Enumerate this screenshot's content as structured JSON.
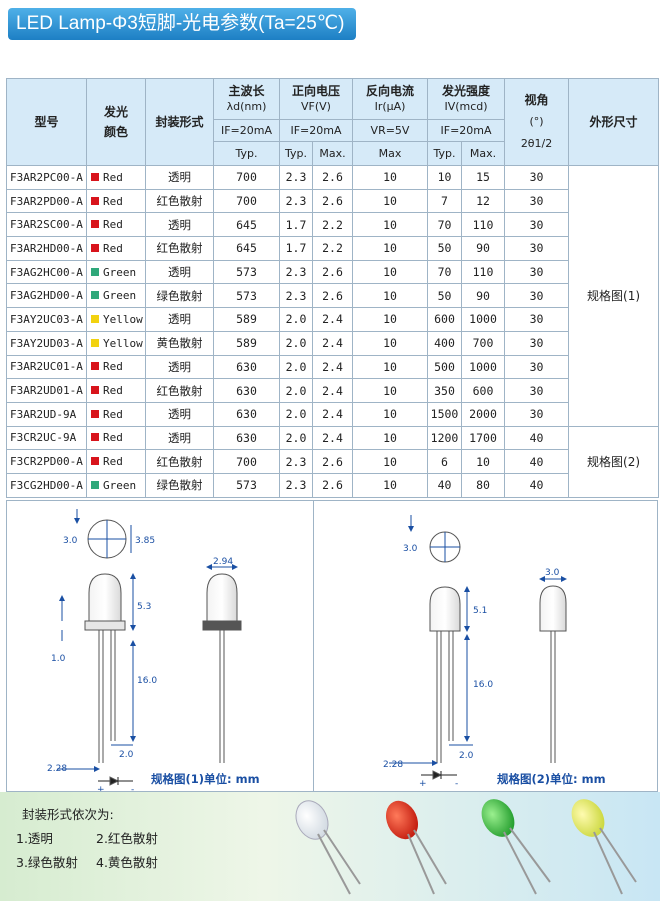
{
  "title": "LED Lamp-Φ3短脚-光电参数(Ta=25℃)",
  "table": {
    "headers": {
      "model": "型号",
      "color": "发光颜色",
      "package": "封装形式",
      "wavelength": "主波长",
      "wavelength_sub": "λd(nm)",
      "vf": "正向电压",
      "vf_sub": "VF(V)",
      "ir": "反向电流",
      "ir_sub": "Ir(μA)",
      "iv": "发光强度",
      "iv_sub": "IV(mcd)",
      "angle": "视角",
      "angle_sub1": "(°)",
      "angle_sub2": "2θ1/2",
      "dim": "外形尺寸",
      "cond_wl": "IF=20mA",
      "cond_vf": "IF=20mA",
      "cond_ir": "VR=5V",
      "cond_iv": "IF=20mA",
      "typ": "Typ.",
      "max": "Max.",
      "max_ir": "Max"
    },
    "rows": [
      {
        "model": "F3AR2PC00-A",
        "color": "Red",
        "swatch": "#d8141c",
        "package": "透明",
        "wl": "700",
        "vf_typ": "2.3",
        "vf_max": "2.6",
        "ir": "10",
        "iv_typ": "10",
        "iv_max": "15",
        "angle": "30"
      },
      {
        "model": "F3AR2PD00-A",
        "color": "Red",
        "swatch": "#d8141c",
        "package": "红色散射",
        "wl": "700",
        "vf_typ": "2.3",
        "vf_max": "2.6",
        "ir": "10",
        "iv_typ": "7",
        "iv_max": "12",
        "angle": "30"
      },
      {
        "model": "F3AR2SC00-A",
        "color": "Red",
        "swatch": "#d8141c",
        "package": "透明",
        "wl": "645",
        "vf_typ": "1.7",
        "vf_max": "2.2",
        "ir": "10",
        "iv_typ": "70",
        "iv_max": "110",
        "angle": "30"
      },
      {
        "model": "F3AR2HD00-A",
        "color": "Red",
        "swatch": "#d8141c",
        "package": "红色散射",
        "wl": "645",
        "vf_typ": "1.7",
        "vf_max": "2.2",
        "ir": "10",
        "iv_typ": "50",
        "iv_max": "90",
        "angle": "30"
      },
      {
        "model": "F3AG2HC00-A",
        "color": "Green",
        "swatch": "#2fa87a",
        "package": "透明",
        "wl": "573",
        "vf_typ": "2.3",
        "vf_max": "2.6",
        "ir": "10",
        "iv_typ": "70",
        "iv_max": "110",
        "angle": "30"
      },
      {
        "model": "F3AG2HD00-A",
        "color": "Green",
        "swatch": "#2fa87a",
        "package": "绿色散射",
        "wl": "573",
        "vf_typ": "2.3",
        "vf_max": "2.6",
        "ir": "10",
        "iv_typ": "50",
        "iv_max": "90",
        "angle": "30"
      },
      {
        "model": "F3AY2UC03-A",
        "color": "Yellow",
        "swatch": "#f2d20f",
        "package": "透明",
        "wl": "589",
        "vf_typ": "2.0",
        "vf_max": "2.4",
        "ir": "10",
        "iv_typ": "600",
        "iv_max": "1000",
        "angle": "30"
      },
      {
        "model": "F3AY2UD03-A",
        "color": "Yellow",
        "swatch": "#f2d20f",
        "package": "黄色散射",
        "wl": "589",
        "vf_typ": "2.0",
        "vf_max": "2.4",
        "ir": "10",
        "iv_typ": "400",
        "iv_max": "700",
        "angle": "30"
      },
      {
        "model": "F3AR2UC01-A",
        "color": "Red",
        "swatch": "#d8141c",
        "package": "透明",
        "wl": "630",
        "vf_typ": "2.0",
        "vf_max": "2.4",
        "ir": "10",
        "iv_typ": "500",
        "iv_max": "1000",
        "angle": "30"
      },
      {
        "model": "F3AR2UD01-A",
        "color": "Red",
        "swatch": "#d8141c",
        "package": "红色散射",
        "wl": "630",
        "vf_typ": "2.0",
        "vf_max": "2.4",
        "ir": "10",
        "iv_typ": "350",
        "iv_max": "600",
        "angle": "30"
      },
      {
        "model": "F3AR2UD-9A",
        "color": "Red",
        "swatch": "#d8141c",
        "package": "透明",
        "wl": "630",
        "vf_typ": "2.0",
        "vf_max": "2.4",
        "ir": "10",
        "iv_typ": "1500",
        "iv_max": "2000",
        "angle": "30"
      },
      {
        "model": "F3CR2UC-9A",
        "color": "Red",
        "swatch": "#d8141c",
        "package": "透明",
        "wl": "630",
        "vf_typ": "2.0",
        "vf_max": "2.4",
        "ir": "10",
        "iv_typ": "1200",
        "iv_max": "1700",
        "angle": "40"
      },
      {
        "model": "F3CR2PD00-A",
        "color": "Red",
        "swatch": "#d8141c",
        "package": "红色散射",
        "wl": "700",
        "vf_typ": "2.3",
        "vf_max": "2.6",
        "ir": "10",
        "iv_typ": "6",
        "iv_max": "10",
        "angle": "40"
      },
      {
        "model": "F3CG2HD00-A",
        "color": "Green",
        "swatch": "#2fa87a",
        "package": "绿色散射",
        "wl": "573",
        "vf_typ": "2.3",
        "vf_max": "2.6",
        "ir": "10",
        "iv_typ": "40",
        "iv_max": "80",
        "angle": "40"
      }
    ],
    "dim_ref_1": "规格图(1)",
    "dim_ref_2": "规格图(2)"
  },
  "drawings": {
    "d1": {
      "caption": "规格图(1)单位: mm",
      "dims": {
        "top_w": "3.0",
        "top_dia": "3.85",
        "side_w": "2.94",
        "body_h": "5.3",
        "flange": "1.0",
        "lead_len": "16.0",
        "pitch": "2.0",
        "lead_w": "2.28"
      }
    },
    "d2": {
      "caption": "规格图(2)单位: mm",
      "dims": {
        "top_w": "3.0",
        "side_w": "3.0",
        "body_h": "5.1",
        "lead_len": "16.0",
        "pitch": "2.0",
        "lead_w": "2.28"
      }
    },
    "polarity_plus": "+",
    "polarity_minus": "-"
  },
  "package_list": {
    "title": "封装形式依次为:",
    "items": [
      "1.透明",
      "2.红色散射",
      "3.绿色散射",
      "4.黄色散射"
    ]
  },
  "colors": {
    "header_bg": "#d6eaf8",
    "border": "#9fb4c6",
    "title_bg": "#1d7fc4",
    "dim_blue": "#1a4fa3"
  }
}
